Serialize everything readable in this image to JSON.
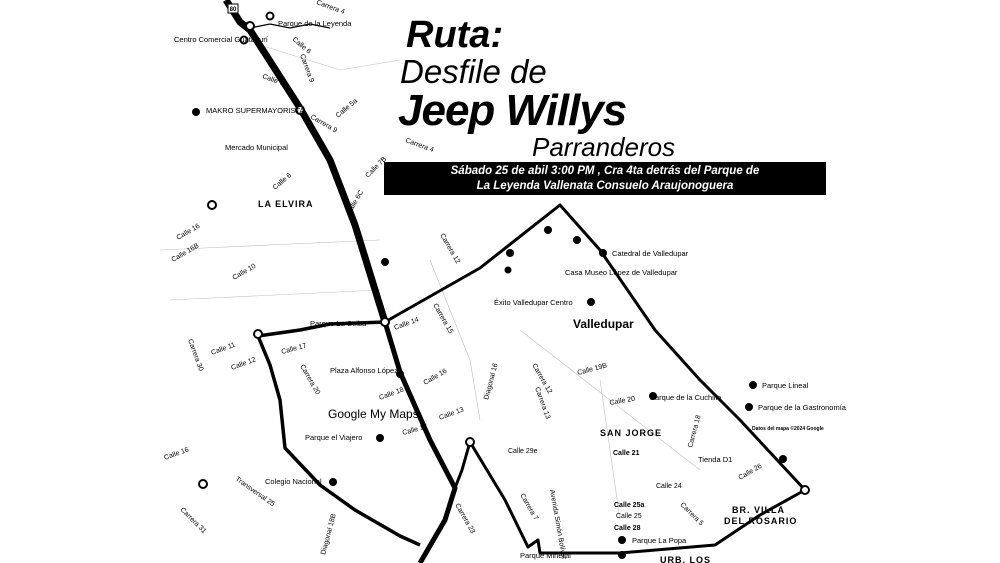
{
  "title": {
    "line1": "Ruta:",
    "line2": "Desfile de",
    "line3": "Jeep Willys",
    "line4": "Parranderos"
  },
  "banner": {
    "line1": "Sábado 25 de abil 3:00 PM , Cra 4ta detrás del Parque de",
    "line2": "La Leyenda Vallenata Consuelo Araujonoguera"
  },
  "map": {
    "city": "Valledupar",
    "watermark": "Google My Maps",
    "attribution": "Datos del mapa ©2024 Google",
    "highway_shield": "80",
    "neighborhoods": [
      "LA ELVIRA",
      "SAN JORGE",
      "BR. VILLA",
      "DEL ROSARIO",
      "URB. LOS"
    ],
    "pois": [
      "Parque de la Leyenda",
      "Centro Comercial Guatapurí",
      "MAKRO SUPERMAYORISTA",
      "Mercado Municipal",
      "Catedral de Valledupar",
      "Casa Museo López de Valledupar",
      "Éxito Valledupar Centro",
      "Parque La Ceiba",
      "Plaza Alfonso López",
      "Parque el Viajero",
      "Parque Lineal",
      "Parque de la Gastronomía",
      "Tienda D1",
      "Parque de la Cuchilla",
      "Colegio Nacional",
      "Parque La Popa",
      "Parque Mineral"
    ],
    "streets": [
      "Carrera 4",
      "Calle 6",
      "Carrera 9",
      "Carrera 9",
      "Calle 7",
      "Calle 5a",
      "Calle 7B",
      "Carrera 4",
      "Calle 6",
      "Calle 6C",
      "Calle 16",
      "Carrera 12",
      "Calle 16B",
      "Carrera 15",
      "Carrera 30",
      "Calle 11",
      "Calle 12",
      "Calle 17",
      "Carrera 20",
      "Calle 16",
      "Calle 17",
      "Calle 18",
      "Diagonal 16",
      "Carrera 12",
      "Calle 19B",
      "Carrera 13",
      "Calle 20",
      "Calle 21",
      "Calle 24",
      "Calle 25a",
      "Calle 25",
      "Calle 28",
      "Carrera 5",
      "Calle 26",
      "Transversal 25",
      "Carrera 31",
      "Diagonal 18B",
      "Carrera 23",
      "Calle 10",
      "Carrera 7",
      "Calle 14",
      "Avenida Simón Bolívar",
      "Calle 16",
      "Calle 29e",
      "Carrera 18",
      "Calle 13"
    ]
  },
  "colors": {
    "ink": "#000000",
    "paper": "#ffffff"
  }
}
